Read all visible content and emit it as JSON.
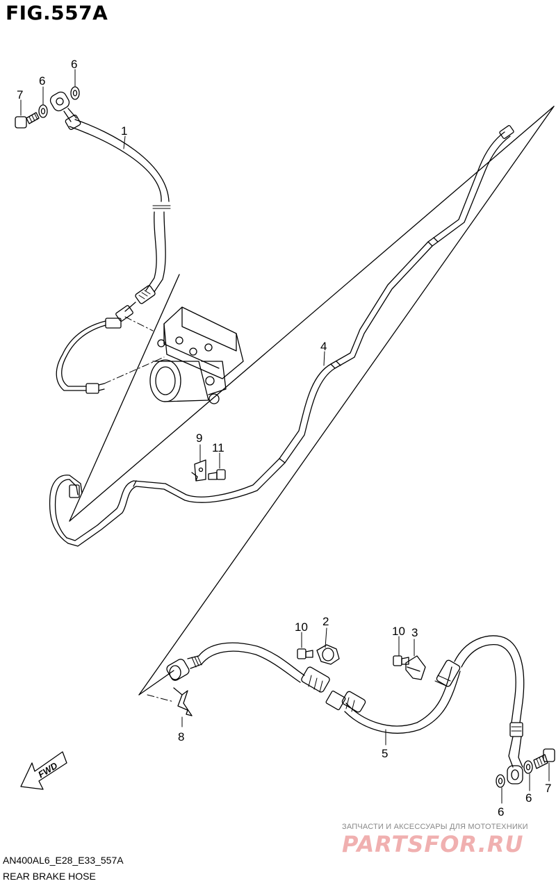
{
  "figure": {
    "title": "FIG.557A"
  },
  "callouts": {
    "c1": "1",
    "c2": "2",
    "c3": "3",
    "c4": "4",
    "c5": "5",
    "c6a": "6",
    "c6b": "6",
    "c6c": "6",
    "c6d": "6",
    "c7a": "7",
    "c7b": "7",
    "c8": "8",
    "c9": "9",
    "c10a": "10",
    "c10b": "10",
    "c11": "11"
  },
  "fwd_label": "FWD",
  "captions": {
    "model_code": "AN400AL6_E28_E33_557A",
    "name": "REAR BRAKE HOSE"
  },
  "watermark": {
    "tagline": "ЗАПЧАСТИ И АКСЕССУАРЫ ДЛЯ МОТОТЕХНИКИ",
    "brand": "PARTSFOR.RU"
  },
  "colors": {
    "line": "#000000",
    "watermark": "#f0b0b0"
  }
}
